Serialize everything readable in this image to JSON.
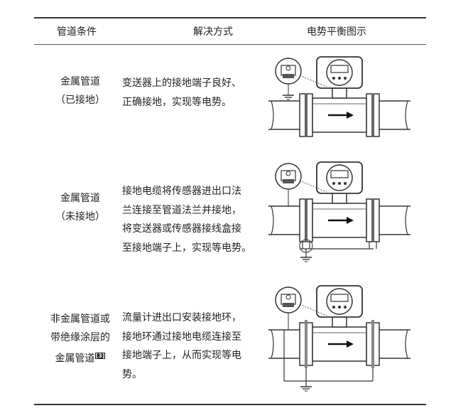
{
  "table": {
    "headers": {
      "condition": "管道条件",
      "solution": "解决方式",
      "diagram": "电势平衡图示"
    },
    "rows": [
      {
        "condition": "金属管道\n（已接地）",
        "solution": "变送器上的接地端子良好、\n正确接地，实现等电势。"
      },
      {
        "condition": "金属管道\n（未接地）",
        "solution": "接地电缆将传感器进出口法\n兰连接至管道法兰并接地，\n将变送器或传感器接线盒接\n至接地端子上，实现等电势。"
      },
      {
        "condition": "非金属管道或\n带绝缘涂层的\n金属管道",
        "condition_note": "[3]",
        "solution": "流量计进出口安装接地环，\n接地环通过接地电缆连接至\n接地端子上，从而实现等电\n势。"
      }
    ]
  }
}
